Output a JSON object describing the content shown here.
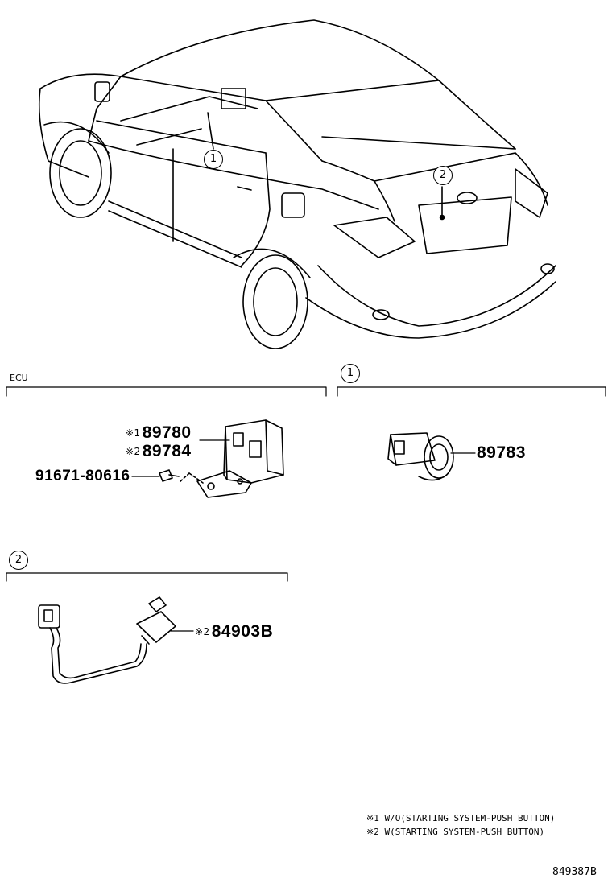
{
  "callouts": {
    "c1": "1",
    "c2": "2"
  },
  "sections": {
    "ecu": {
      "title": "ECU"
    },
    "s1": {
      "label": "1"
    },
    "s2": {
      "label": "2"
    }
  },
  "parts": {
    "p89780": {
      "mark": "※1",
      "number": "89780"
    },
    "p89784": {
      "mark": "※2",
      "number": "89784"
    },
    "p91671": {
      "number": "91671-80616"
    },
    "p89783": {
      "number": "89783"
    },
    "p84903B": {
      "mark": "※2",
      "number": "84903B"
    }
  },
  "notes": [
    "※1 W/O(STARTING SYSTEM-PUSH BUTTON)",
    "※2 W(STARTING SYSTEM-PUSH BUTTON)"
  ],
  "reference": "849387B"
}
